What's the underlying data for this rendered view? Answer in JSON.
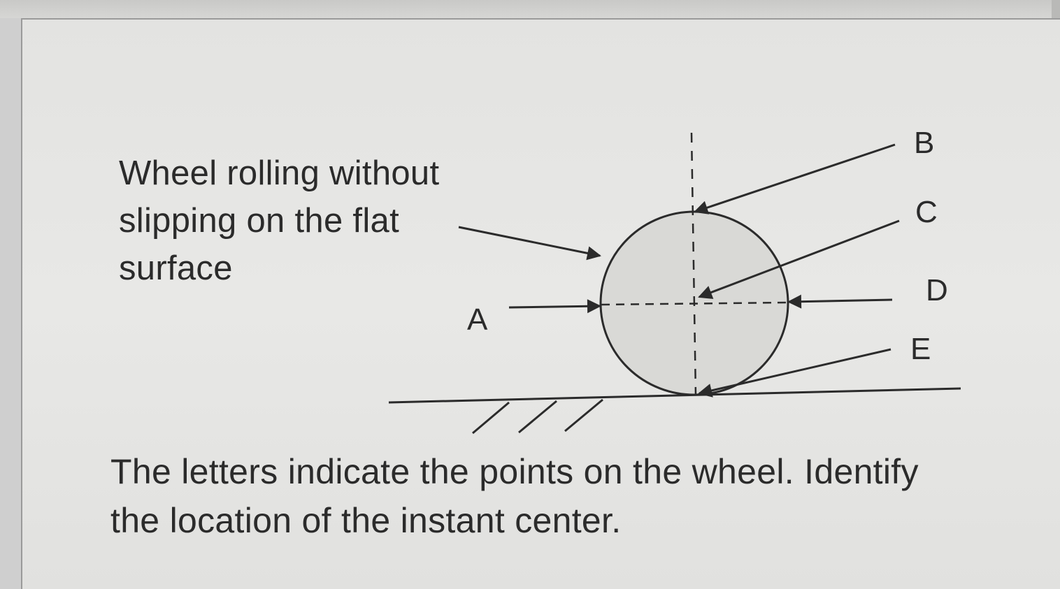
{
  "diagram": {
    "description_lines": "Wheel rolling without\nslipping on the flat\nsurface",
    "point_labels": {
      "a": "A",
      "b": "B",
      "c": "C",
      "d": "D",
      "e": "E"
    }
  },
  "question": "The letters indicate the points on the wheel. Identify\nthe location of the instant center."
}
